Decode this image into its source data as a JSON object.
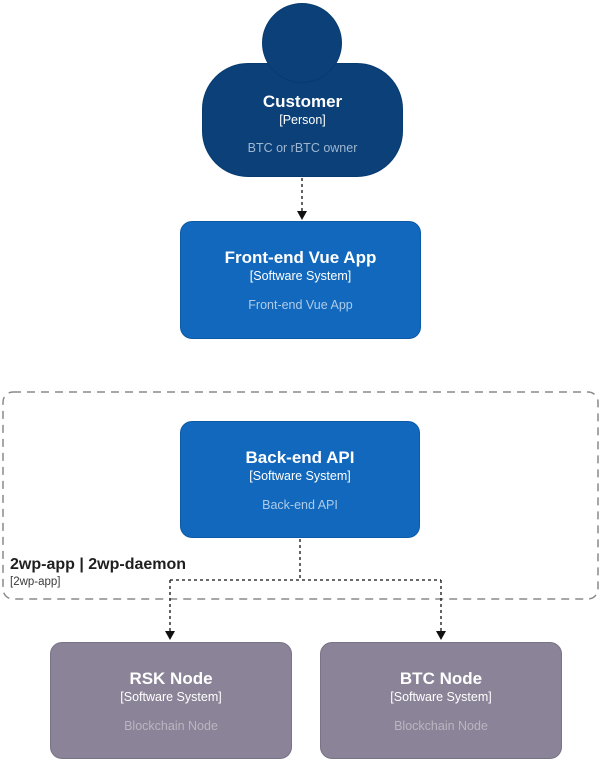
{
  "nodes": {
    "customer": {
      "name": "Customer",
      "meta": "[Person]",
      "description": "BTC or rBTC owner"
    },
    "frontend": {
      "name": "Front-end Vue App",
      "meta": "[Software System]",
      "description": "Front-end Vue App"
    },
    "backend": {
      "name": "Back-end API",
      "meta": "[Software System]",
      "description": "Back-end API"
    },
    "rsk": {
      "name": "RSK Node",
      "meta": "[Software System]",
      "description": "Blockchain Node"
    },
    "btc": {
      "name": "BTC Node",
      "meta": "[Software System]",
      "description": "Blockchain Node"
    }
  },
  "boundary": {
    "title": "2wp-app | 2wp-daemon",
    "meta": "[2wp-app]"
  },
  "colors": {
    "person": "#0b4078",
    "person_border": "#073b6f",
    "system": "#1168bd",
    "system_border": "#0d5aa6",
    "external": "#8b8397",
    "external_border": "#7a7287",
    "desc_on_person": "#9fb7d0",
    "desc_on_system": "#aecbe9",
    "desc_on_external": "#bab5c2",
    "boundary_border": "#8a8a8a",
    "connector": "#111111"
  }
}
